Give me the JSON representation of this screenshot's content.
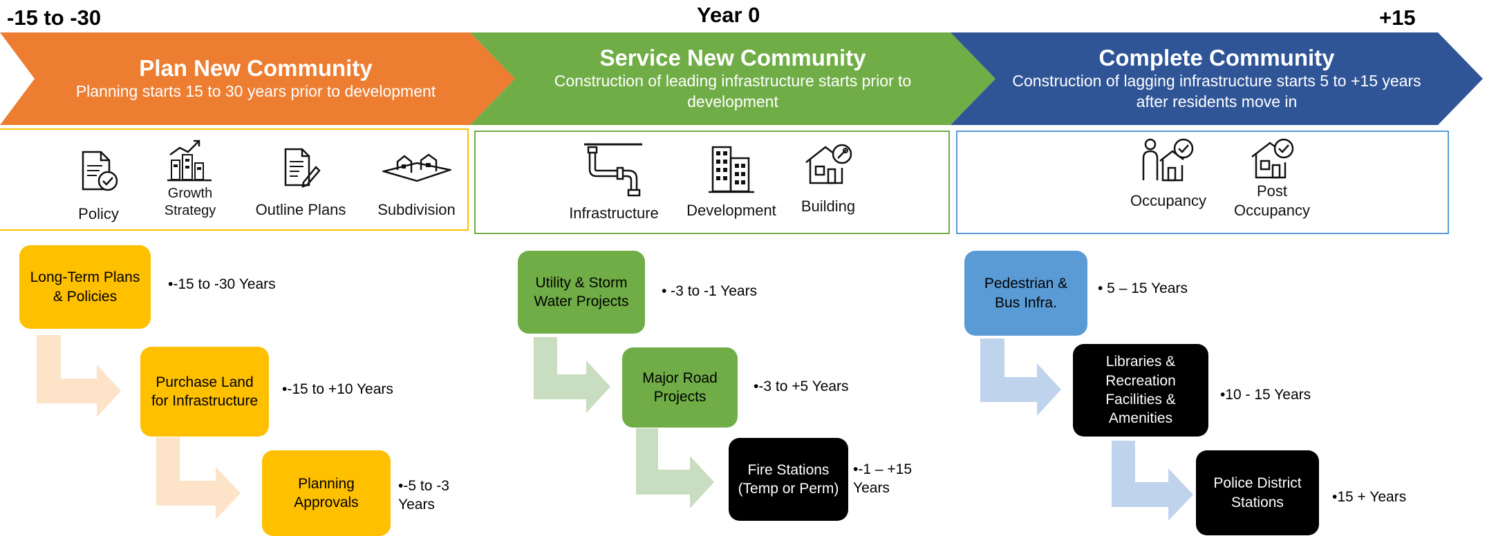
{
  "timeline": {
    "start": "-15 to -30",
    "middle": "Year 0",
    "end": "+15"
  },
  "phases": [
    {
      "title": "Plan New Community",
      "subtitle": "Planning starts 15 to 30 years prior to development",
      "color": "#ED7D31",
      "icons": [
        {
          "label": "Policy",
          "icon": "policy-document-check-icon"
        },
        {
          "label": "Growth Strategy",
          "icon": "growth-chart-buildings-icon"
        },
        {
          "label": "Outline Plans",
          "icon": "outline-plan-document-pen-icon"
        },
        {
          "label": "Subdivision",
          "icon": "subdivision-houses-icon"
        }
      ],
      "steps": [
        {
          "label": "Long-Term Plans & Policies",
          "timing": "•-15 to -30 Years"
        },
        {
          "label": "Purchase Land for Infrastructure",
          "timing": "•-15 to +10 Years"
        },
        {
          "label": "Planning Approvals",
          "timing": "•-5 to -3 Years"
        }
      ]
    },
    {
      "title": "Service New Community",
      "subtitle": "Construction of leading infrastructure starts prior to development",
      "color": "#70AD47",
      "icons": [
        {
          "label": "Infrastructure",
          "icon": "pipe-infrastructure-icon"
        },
        {
          "label": "Development",
          "icon": "office-buildings-icon"
        },
        {
          "label": "Building",
          "icon": "house-gear-icon"
        }
      ],
      "steps": [
        {
          "label": "Utility & Storm Water Projects",
          "timing": "• -3 to -1 Years"
        },
        {
          "label": "Major Road Projects",
          "timing": "•-3 to +5 Years"
        },
        {
          "label": "Fire Stations (Temp or Perm)",
          "timing": "•-1 – +15 Years"
        }
      ]
    },
    {
      "title": "Complete Community",
      "subtitle": "Construction of lagging infrastructure starts 5 to +15 years after residents move in",
      "color": "#2F5597",
      "icons": [
        {
          "label": "Occupancy",
          "icon": "person-house-check-icon"
        },
        {
          "label": "Post Occupancy",
          "icon": "house-check-icon"
        }
      ],
      "steps": [
        {
          "label": "Pedestrian & Bus Infra.",
          "timing": "• 5 – 15 Years"
        },
        {
          "label": "Libraries & Recreation Facilities & Amenities",
          "timing": "•10 - 15 Years"
        },
        {
          "label": "Police District Stations",
          "timing": "•15 + Years"
        }
      ]
    }
  ],
  "colors": {
    "orange": "#ED7D31",
    "orange_box": "#FFC000",
    "orange_border": "#FFC000",
    "orange_arrow": "#FDE3C8",
    "green": "#70AD47",
    "green_arrow": "#C9DDC0",
    "blue": "#2F5597",
    "blue_box": "#5B9BD5",
    "blue_arrow": "#BFD3EC",
    "black": "#000000"
  }
}
